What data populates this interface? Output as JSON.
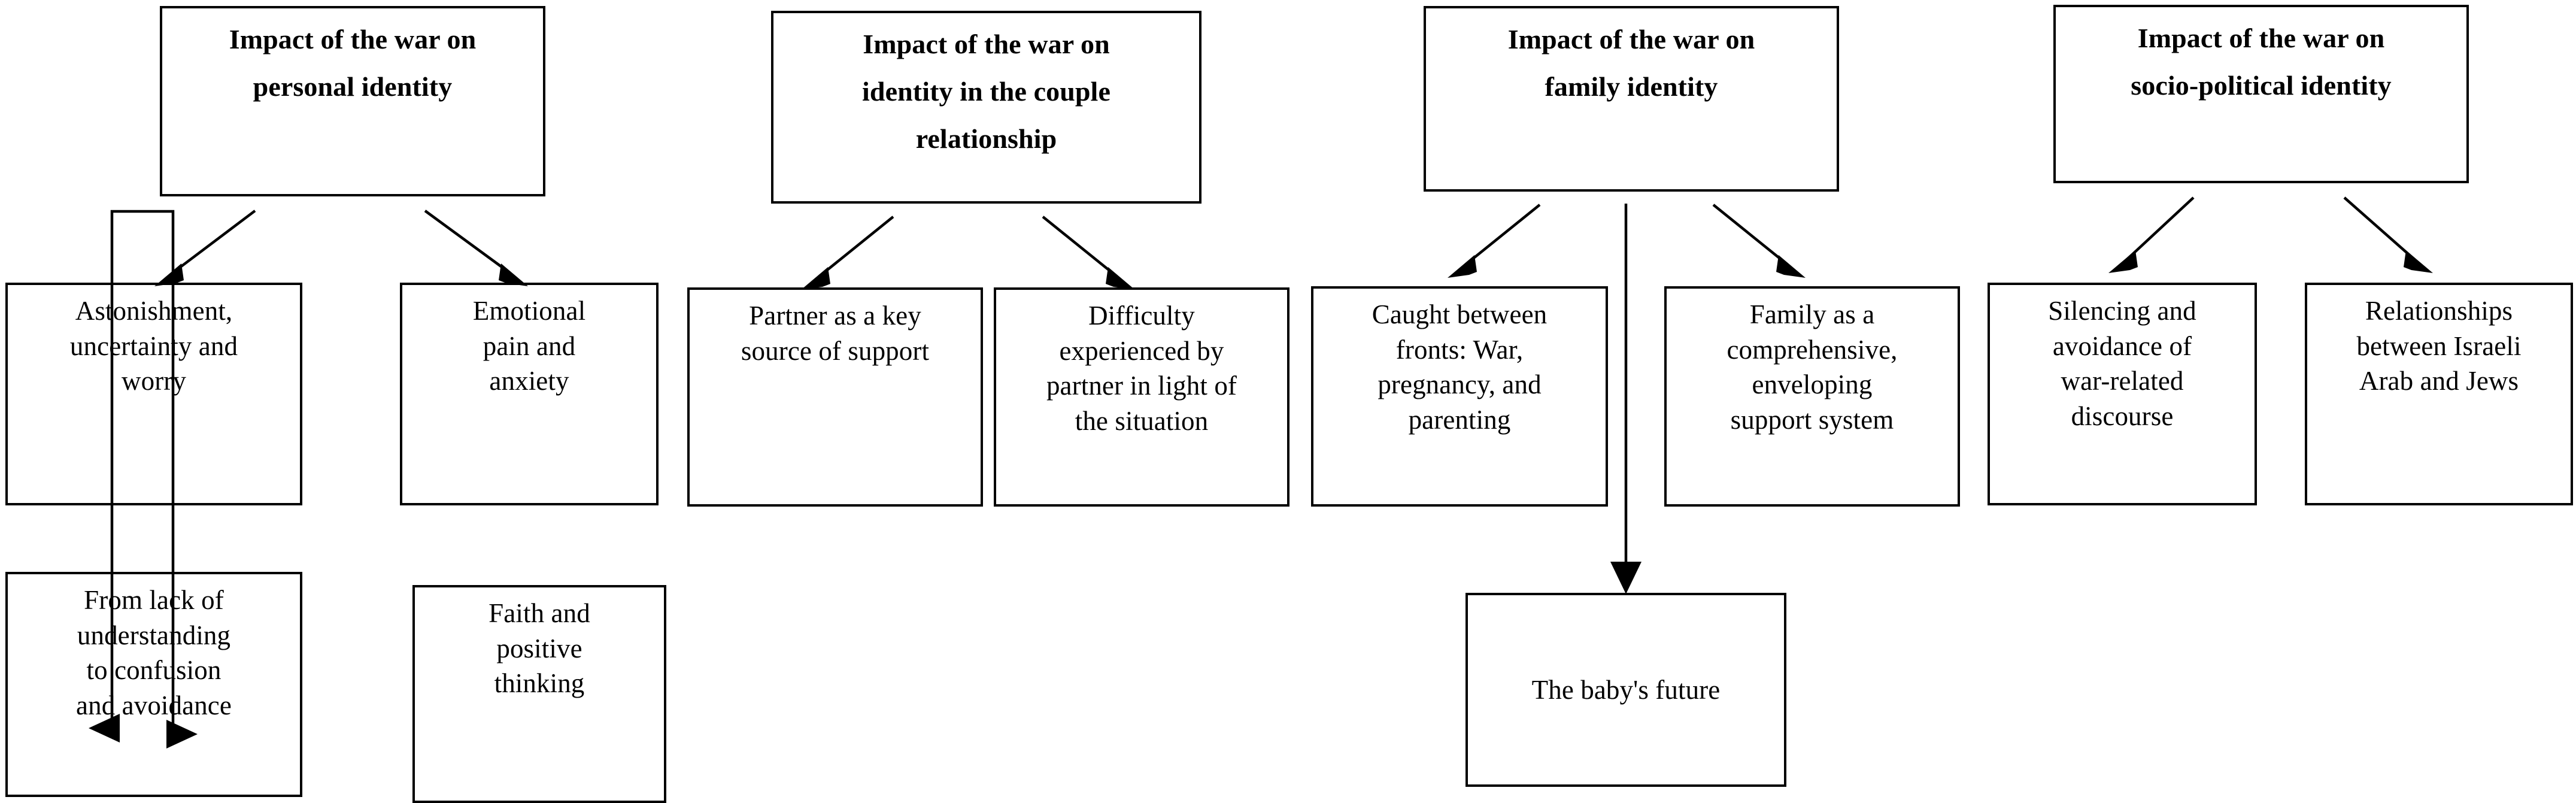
{
  "diagram": {
    "title": "Impact of the war on identity",
    "background_color": "#ffffff",
    "line_color": "#000000",
    "text_color": "#000000",
    "groups": [
      {
        "id": "personal-identity",
        "root": {
          "id": "root-personal",
          "line1": "Impact of the war on",
          "line2": "personal identity"
        },
        "children": [
          {
            "id": "astonishment",
            "line1": "Astonishment,",
            "line2": "uncertainty and",
            "line3": "worry"
          },
          {
            "id": "emotional-pain",
            "line1": "Emotional",
            "line2": "pain and",
            "line3": "anxiety"
          },
          {
            "id": "lack-of-understanding",
            "line1": "From lack of",
            "line2": "understanding",
            "line3": "to confusion",
            "line4": "and avoidance"
          },
          {
            "id": "faith-positive-thinking",
            "line1": "Faith and",
            "line2": "positive",
            "line3": "thinking"
          }
        ]
      },
      {
        "id": "couple-relationship",
        "root": {
          "id": "root-couple",
          "line1": "Impact of the war on",
          "line2": "identity in the couple",
          "line3": "relationship"
        },
        "children": [
          {
            "id": "partner-key-support",
            "line1": "Partner as a key",
            "line2": "source of support"
          },
          {
            "id": "difficulty-partner",
            "line1": "Difficulty",
            "line2": "experienced by",
            "line3": "partner in light of",
            "line4": "the situation"
          }
        ]
      },
      {
        "id": "family-identity",
        "root": {
          "id": "root-family",
          "line1": "Impact of the war on",
          "line2": "family identity"
        },
        "children": [
          {
            "id": "caught-between-fronts",
            "line1": "Caught between",
            "line2": "fronts: War,",
            "line3": "pregnancy, and",
            "line4": "parenting"
          },
          {
            "id": "family-support-system",
            "line1": "Family as a",
            "line2": "comprehensive,",
            "line3": "enveloping",
            "line4": "support system"
          },
          {
            "id": "babys-future",
            "line1": "The baby's future"
          }
        ]
      },
      {
        "id": "socio-political-identity",
        "root": {
          "id": "root-socio-political",
          "line1": "Impact of the war on",
          "line2": "socio-political identity"
        },
        "children": [
          {
            "id": "silencing-avoidance",
            "line1": "Silencing and",
            "line2": "avoidance of",
            "line3": "war-related",
            "line4": "discourse"
          },
          {
            "id": "israeli-arab-jews",
            "line1": "Relationships",
            "line2": "between Israeli",
            "line3": "Arab and Jews"
          }
        ]
      }
    ]
  }
}
